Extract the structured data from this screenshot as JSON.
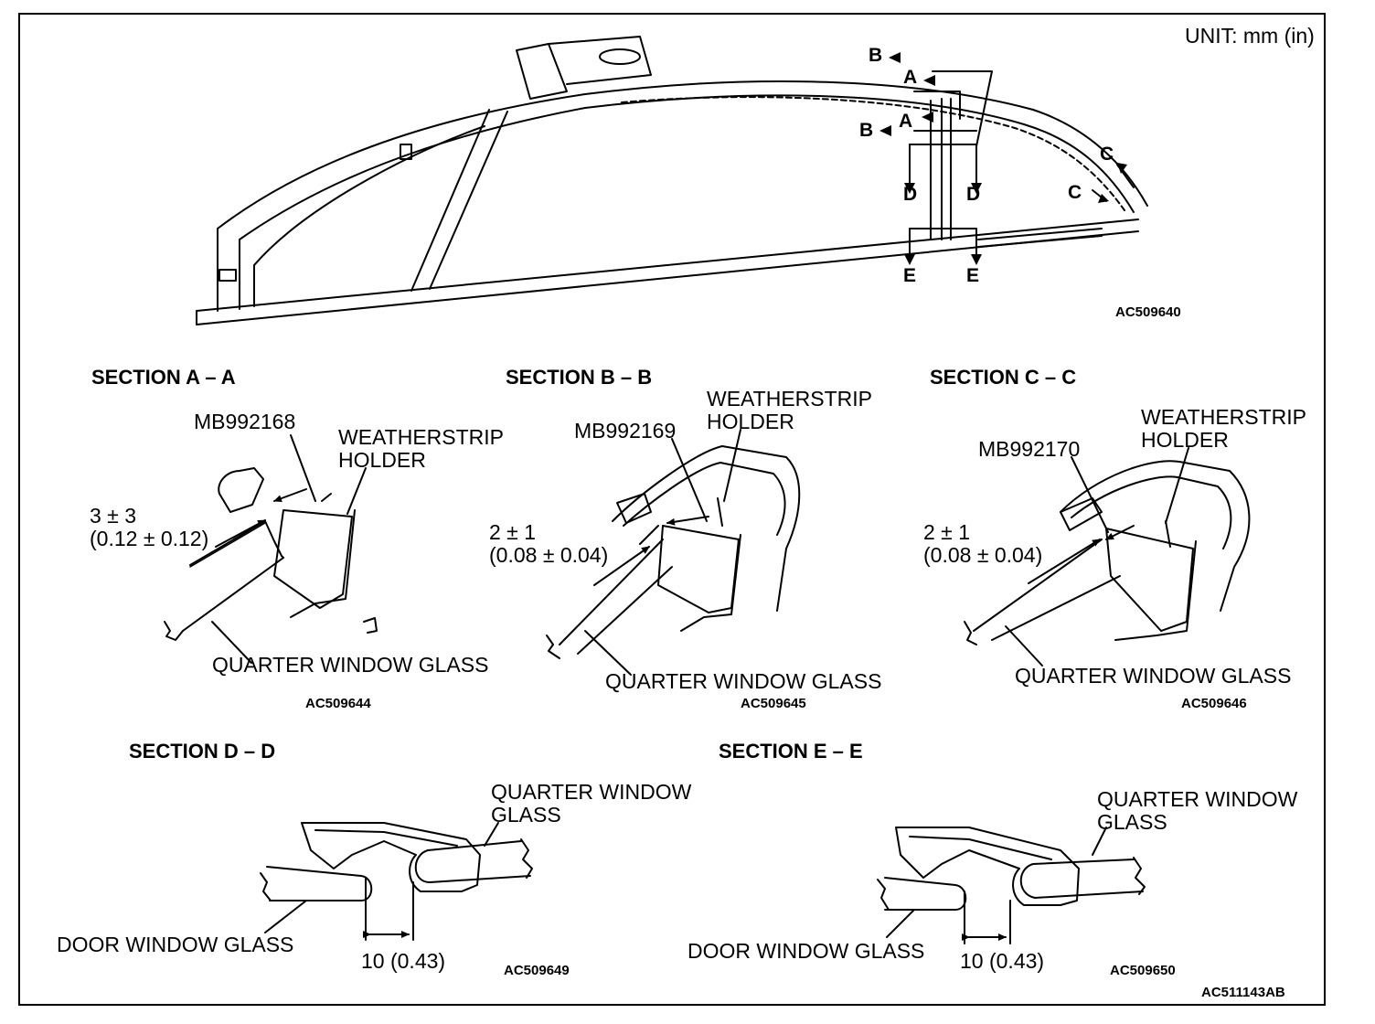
{
  "unit": "UNIT: mm (in)",
  "overview": {
    "code": "AC509640",
    "markers": [
      "B",
      "A",
      "A",
      "B",
      "D",
      "D",
      "C",
      "C",
      "E",
      "E"
    ]
  },
  "section_a": {
    "title": "SECTION A – A",
    "tool": "MB992168",
    "holder": "WEATHERSTRIP\nHOLDER",
    "dim": "3 ± 3\n(0.12 ± 0.12)",
    "glass": "QUARTER WINDOW GLASS",
    "code": "AC509644"
  },
  "section_b": {
    "title": "SECTION B – B",
    "tool": "MB992169",
    "holder": "WEATHERSTRIP\nHOLDER",
    "dim": "2 ± 1\n(0.08 ± 0.04)",
    "glass": "QUARTER WINDOW GLASS",
    "code": "AC509645"
  },
  "section_c": {
    "title": "SECTION C – C",
    "tool": "MB992170",
    "holder": "WEATHERSTRIP\nHOLDER",
    "dim": "2 ± 1\n(0.08 ± 0.04)",
    "glass": "QUARTER WINDOW GLASS",
    "code": "AC509646"
  },
  "section_d": {
    "title": "SECTION D – D",
    "quarter": "QUARTER WINDOW\nGLASS",
    "door": "DOOR WINDOW GLASS",
    "dim": "10 (0.43)",
    "code": "AC509649"
  },
  "section_e": {
    "title": "SECTION E – E",
    "quarter": "QUARTER WINDOW\nGLASS",
    "door": "DOOR WINDOW GLASS",
    "dim": "10 (0.43)",
    "code": "AC509650"
  },
  "figure_code": "AC511143AB"
}
